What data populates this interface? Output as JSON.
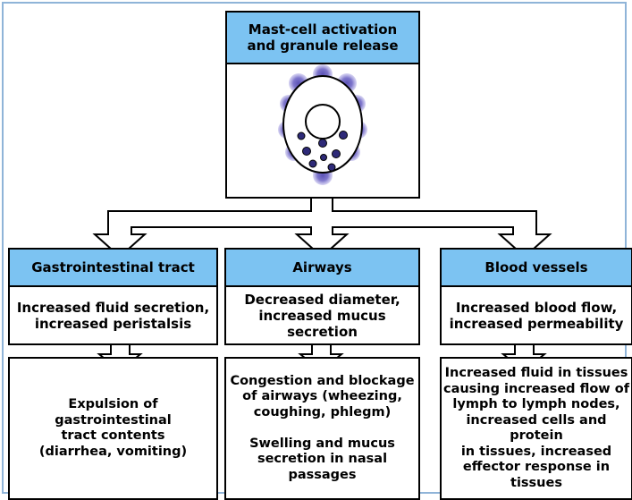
{
  "colors": {
    "header_fill": "#7cc3f2",
    "granule_dark": "#2e2a78",
    "granule_light": "#8e86d2",
    "frame_border": "#8fb4d8"
  },
  "top": {
    "title": "Mast-cell activation\nand granule release"
  },
  "columns": [
    {
      "header": "Gastrointestinal tract",
      "effect": "Increased fluid secretion,\nincreased peristalsis",
      "outcome": "Expulsion of\ngastrointestinal\ntract contents\n(diarrhea, vomiting)"
    },
    {
      "header": "Airways",
      "effect": "Decreased diameter,\nincreased mucus secretion",
      "outcome": "Congestion and blockage\nof airways (wheezing,\ncoughing, phlegm)\n\nSwelling and mucus\nsecretion in nasal passages"
    },
    {
      "header": "Blood vessels",
      "effect": "Increased blood flow,\nincreased permeability",
      "outcome": "Increased fluid in tissues\ncausing increased flow of\nlymph to lymph nodes,\nincreased cells and protein\nin tissues, increased\neffector response in tissues"
    }
  ]
}
